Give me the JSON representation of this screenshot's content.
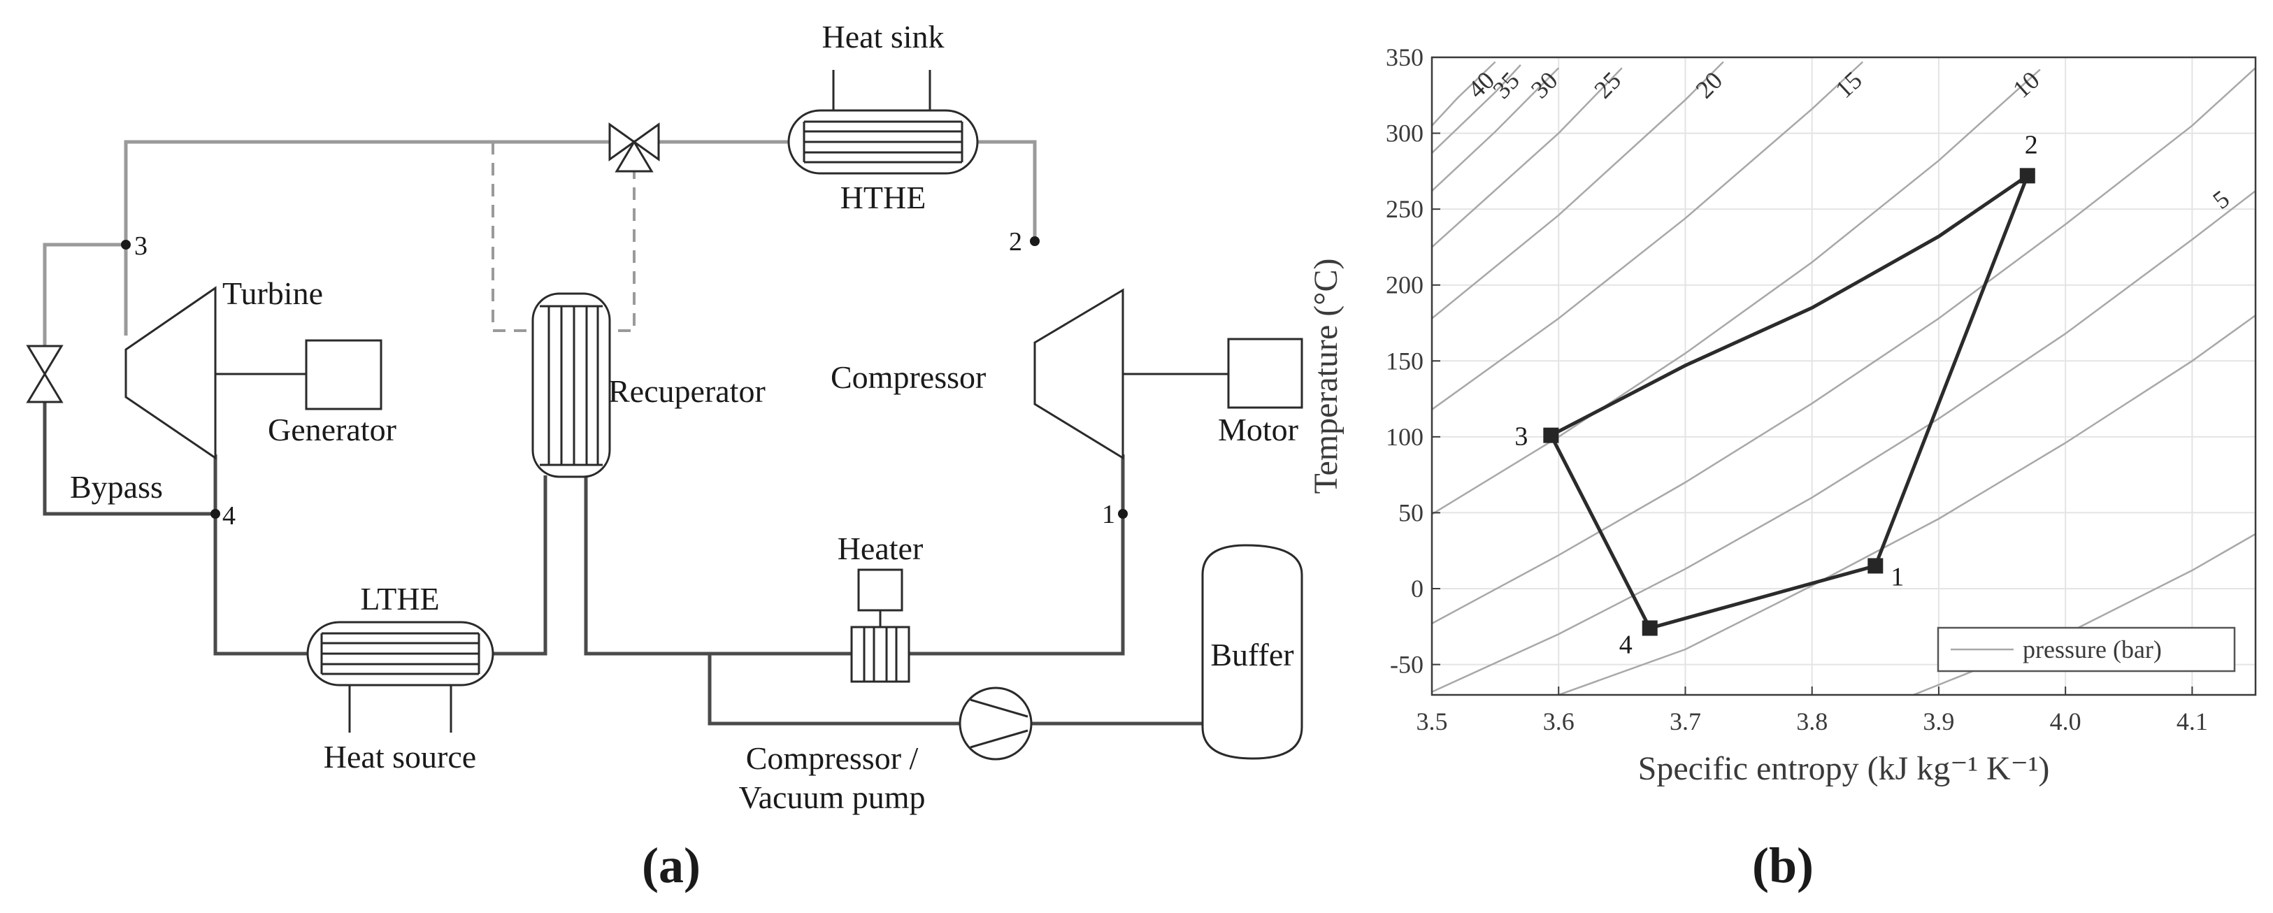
{
  "diagram": {
    "panel_label": "(a)",
    "components": {
      "heat_sink": "Heat sink",
      "hthe": "HTHE",
      "turbine": "Turbine",
      "generator": "Generator",
      "recuperator": "Recuperator",
      "compressor": "Compressor",
      "motor": "Motor",
      "bypass": "Bypass",
      "lthe": "LTHE",
      "heat_source": "Heat source",
      "heater": "Heater",
      "buffer": "Buffer",
      "vacuum_pump_line1": "Compressor /",
      "vacuum_pump_line2": "Vacuum pump"
    },
    "state_points": {
      "p1": "1",
      "p2": "2",
      "p3": "3",
      "p4": "4"
    },
    "line_colors": {
      "high_pressure": "#9a9a9a",
      "low_pressure": "#4a4a4a"
    }
  },
  "chart": {
    "panel_label": "(b)"
  },
  "chart_data": {
    "type": "line",
    "xlabel": "Specific entropy (kJ kg⁻¹ K⁻¹)",
    "ylabel": "Temperature (°C)",
    "xlim": [
      3.5,
      4.15
    ],
    "ylim": [
      -70,
      350
    ],
    "xticks": [
      3.5,
      3.6,
      3.7,
      3.8,
      3.9,
      4.0,
      4.1
    ],
    "xtick_labels": [
      "3.5",
      "3.6",
      "3.7",
      "3.8",
      "3.9",
      "4.0",
      "4.1"
    ],
    "yticks": [
      -50,
      0,
      50,
      100,
      150,
      200,
      250,
      300,
      350
    ],
    "ytick_labels": [
      "-50",
      "0",
      "50",
      "100",
      "150",
      "200",
      "250",
      "300",
      "350"
    ],
    "grid": true,
    "legend": {
      "position": "bottom-right",
      "entries": [
        "pressure (bar)"
      ]
    },
    "isobar_labels": [
      "40",
      "35",
      "30",
      "25",
      "20",
      "15",
      "10",
      "5"
    ],
    "isobars": [
      {
        "label": "40",
        "points": [
          [
            3.5,
            305
          ],
          [
            3.52,
            323
          ],
          [
            3.55,
            347
          ]
        ]
      },
      {
        "label": "35",
        "points": [
          [
            3.5,
            287
          ],
          [
            3.55,
            327
          ],
          [
            3.57,
            345
          ]
        ]
      },
      {
        "label": "30",
        "points": [
          [
            3.5,
            262
          ],
          [
            3.55,
            301
          ],
          [
            3.6,
            343
          ]
        ]
      },
      {
        "label": "25",
        "points": [
          [
            3.5,
            225
          ],
          [
            3.6,
            300
          ],
          [
            3.65,
            343
          ]
        ]
      },
      {
        "label": "20",
        "points": [
          [
            3.5,
            178
          ],
          [
            3.6,
            246
          ],
          [
            3.7,
            322
          ],
          [
            3.73,
            347
          ]
        ]
      },
      {
        "label": "15",
        "points": [
          [
            3.5,
            118
          ],
          [
            3.6,
            178
          ],
          [
            3.7,
            244
          ],
          [
            3.8,
            316
          ],
          [
            3.84,
            347
          ]
        ]
      },
      {
        "label": "10",
        "points": [
          [
            3.5,
            49
          ],
          [
            3.6,
            100
          ],
          [
            3.7,
            155
          ],
          [
            3.8,
            215
          ],
          [
            3.9,
            282
          ],
          [
            3.98,
            342
          ]
        ]
      },
      {
        "label": "",
        "points": [
          [
            3.5,
            -23
          ],
          [
            3.6,
            22
          ],
          [
            3.7,
            70
          ],
          [
            3.8,
            122
          ],
          [
            3.9,
            178
          ],
          [
            4.0,
            240
          ],
          [
            4.1,
            305
          ],
          [
            4.15,
            343
          ]
        ]
      },
      {
        "label": "5",
        "points": [
          [
            3.5,
            -68
          ],
          [
            3.6,
            -30
          ],
          [
            3.7,
            13
          ],
          [
            3.8,
            60
          ],
          [
            3.9,
            112
          ],
          [
            4.0,
            168
          ],
          [
            4.1,
            230
          ],
          [
            4.15,
            262
          ]
        ]
      },
      {
        "label": "",
        "points": [
          [
            3.6,
            -70
          ],
          [
            3.7,
            -40
          ],
          [
            3.8,
            2
          ],
          [
            3.9,
            46
          ],
          [
            4.0,
            96
          ],
          [
            4.1,
            150
          ],
          [
            4.15,
            180
          ]
        ]
      },
      {
        "label": "",
        "points": [
          [
            3.88,
            -70
          ],
          [
            4.0,
            -30
          ],
          [
            4.1,
            12
          ],
          [
            4.15,
            36
          ]
        ]
      }
    ],
    "cycle_points": [
      {
        "label": "1",
        "s": 3.85,
        "T": 15
      },
      {
        "label": "2",
        "s": 3.97,
        "T": 272
      },
      {
        "label": "3",
        "s": 3.594,
        "T": 101
      },
      {
        "label": "4",
        "s": 3.672,
        "T": -26
      }
    ],
    "cycle_path_23": [
      [
        3.97,
        272
      ],
      [
        3.9,
        232
      ],
      [
        3.8,
        185
      ],
      [
        3.7,
        147
      ],
      [
        3.594,
        101
      ]
    ]
  }
}
